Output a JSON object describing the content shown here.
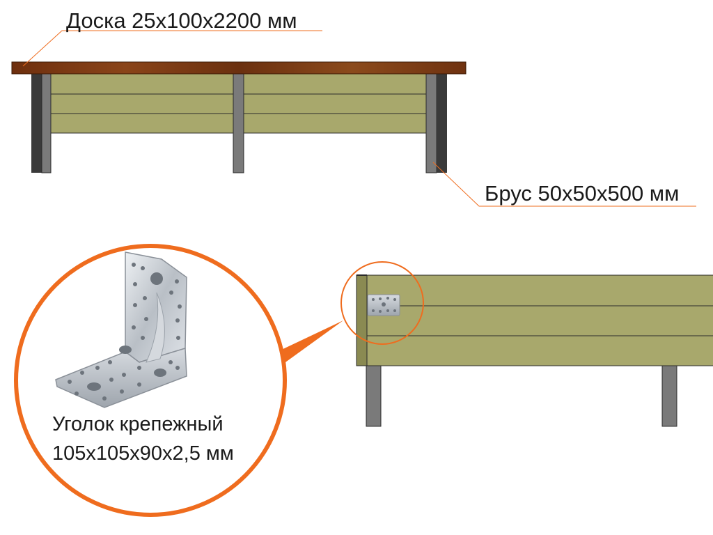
{
  "labels": {
    "board": "Доска 25х100х2200 мм",
    "beam": "Брус 50х50х500 мм",
    "bracket_line1": "Уголок крепежный",
    "bracket_line2": "105х105х90х2,5 мм"
  },
  "colors": {
    "board_top": "#7a3a12",
    "plank": "#a8a86c",
    "plank_line": "#2b2b2b",
    "post_dark": "#3a3a3a",
    "post_mid": "#777777",
    "accent": "#ef6c1e",
    "bracket": "#c7ccd2"
  },
  "icons": {
    "bracket": "metal-corner-bracket-icon"
  }
}
